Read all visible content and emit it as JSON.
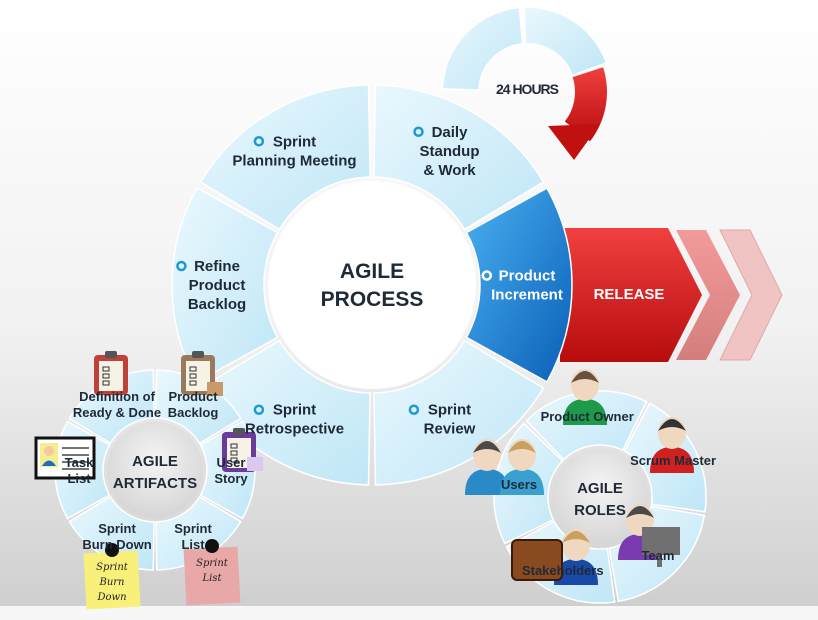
{
  "process": {
    "title": [
      "AGILE",
      "PROCESS"
    ],
    "segments": [
      {
        "label": [
          "Sprint",
          "Planning Meeting"
        ]
      },
      {
        "label": [
          "Daily",
          "Standup",
          "& Work"
        ]
      },
      {
        "label": [
          "Product",
          "Increment"
        ]
      },
      {
        "label": [
          "Sprint",
          "Review"
        ]
      },
      {
        "label": [
          "Sprint",
          "Retrospective"
        ]
      },
      {
        "label": [
          "Refine",
          "Product",
          "Backlog"
        ]
      }
    ],
    "cycle_label": "24 HOURS",
    "release_label": "RELEASE"
  },
  "artifacts": {
    "title": [
      "AGILE",
      "ARTIFACTS"
    ],
    "segments": [
      {
        "label": [
          "Definition of",
          "Ready & Done"
        ]
      },
      {
        "label": [
          "Product",
          "Backlog"
        ]
      },
      {
        "label": [
          "User",
          "Story"
        ]
      },
      {
        "label": [
          "Sprint",
          "List"
        ]
      },
      {
        "label": [
          "Sprint",
          "Burn Down"
        ]
      },
      {
        "label": [
          "Task",
          "List"
        ]
      }
    ],
    "notes": {
      "burn_down": [
        "Sprint",
        "Burn",
        "Down"
      ],
      "sprint_list": [
        "Sprint",
        "List"
      ]
    }
  },
  "roles": {
    "title": [
      "AGILE",
      "ROLES"
    ],
    "segments": [
      {
        "label": [
          "Product Owner"
        ]
      },
      {
        "label": [
          "Scrum Master"
        ]
      },
      {
        "label": [
          "Team"
        ]
      },
      {
        "label": [
          "Stakeholders"
        ]
      },
      {
        "label": [
          "Users"
        ]
      }
    ]
  },
  "colors": {
    "segment": "#d4effa",
    "accent_blue": "#1d7fd6",
    "release_red": "#d81e1e",
    "chevron_pink": "#e8a0a0"
  }
}
